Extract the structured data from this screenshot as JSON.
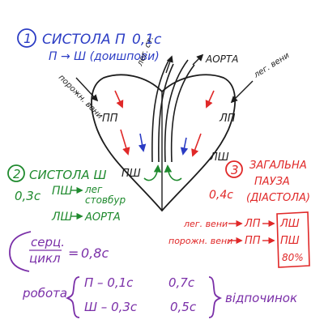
{
  "colors": {
    "ink": "#1c1c1c",
    "blue": "#2b3cc4",
    "red": "#e02828",
    "green": "#1f8a2e",
    "purple": "#7a2fa8"
  },
  "phase1": {
    "number": "1",
    "title": "СИСТОЛА П",
    "duration": "0,1с",
    "flow": "П → Ш (доишпови)"
  },
  "heart": {
    "label_aorta": "АОРТА",
    "label_pulmonary": "лег. ст.",
    "label_vena_cava": "порожн. вени",
    "label_pulm_veins": "лег. вени",
    "chamber_ra": "ПП",
    "chamber_la": "ЛП",
    "chamber_rv": "ПШ",
    "chamber_lv": "ЛШ"
  },
  "phase2": {
    "number": "2",
    "title": "СИСТОЛА Ш",
    "duration": "0,3с",
    "flow1_from": "ПШ",
    "flow1_to": "лег",
    "flow1_to_line2": "стовбур",
    "flow2_from": "ЛШ",
    "flow2_to": "АОРТА"
  },
  "phase3": {
    "number": "3",
    "title_line1": "ЗАГАЛЬНА",
    "title_line2": "ПАУЗА",
    "title_line3": "(ДІАСТОЛА)",
    "duration": "0,4с",
    "row1_from": "лег. вени",
    "row1_to": "ЛП",
    "row1_end": "ЛШ",
    "row2_from": "порожн. вени",
    "row2_to": "ПП",
    "row2_end": "ПШ",
    "percent": "80%"
  },
  "cycle": {
    "label_line1": "серц.",
    "label_line2": "цикл",
    "equals": "=",
    "value": "0,8с"
  },
  "work": {
    "label": "робота",
    "row1_name": "П – 0,1с",
    "row1_rest": "0,7с",
    "row2_name": "Ш – 0,3с",
    "row2_rest": "0,5с",
    "rest_label": "відпочинок"
  }
}
